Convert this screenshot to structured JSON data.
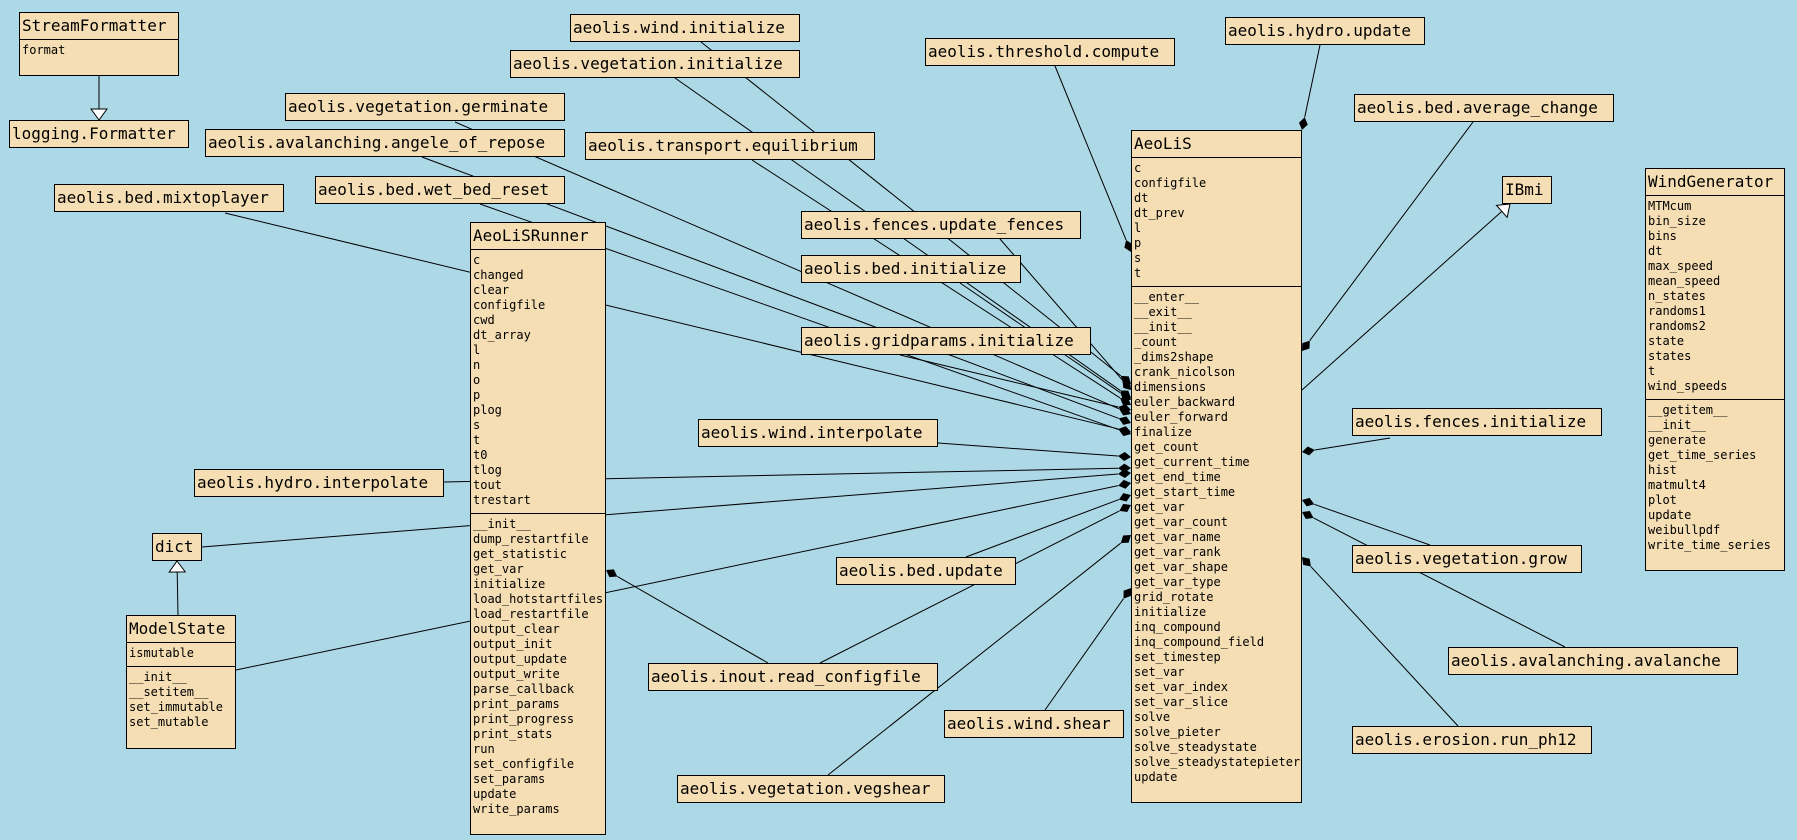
{
  "classes": {
    "stream_formatter": {
      "title": "StreamFormatter",
      "attributes": [],
      "methods": [
        "format"
      ]
    },
    "logging_formatter": {
      "title": "logging.Formatter"
    },
    "aeolis_runner": {
      "title": "AeoLiSRunner",
      "attributes": [
        "c",
        "changed",
        "clear",
        "configfile",
        "cwd",
        "dt_array",
        "l",
        "n",
        "o",
        "p",
        "plog",
        "s",
        "t",
        "t0",
        "tlog",
        "tout",
        "trestart"
      ],
      "methods": [
        "__init__",
        "dump_restartfile",
        "get_statistic",
        "get_var",
        "initialize",
        "load_hotstartfiles",
        "load_restartfile",
        "output_clear",
        "output_init",
        "output_update",
        "output_write",
        "parse_callback",
        "print_params",
        "print_progress",
        "print_stats",
        "run",
        "set_configfile",
        "set_params",
        "update",
        "write_params"
      ]
    },
    "aeolis": {
      "title": "AeoLiS",
      "attributes": [
        "c",
        "configfile",
        "dt",
        "dt_prev",
        "l",
        "p",
        "s",
        "t"
      ],
      "methods": [
        "__enter__",
        "__exit__",
        "__init__",
        "_count",
        "_dims2shape",
        "crank_nicolson",
        "dimensions",
        "euler_backward",
        "euler_forward",
        "finalize",
        "get_count",
        "get_current_time",
        "get_end_time",
        "get_start_time",
        "get_var",
        "get_var_count",
        "get_var_name",
        "get_var_rank",
        "get_var_shape",
        "get_var_type",
        "grid_rotate",
        "initialize",
        "inq_compound",
        "inq_compound_field",
        "set_timestep",
        "set_var",
        "set_var_index",
        "set_var_slice",
        "solve",
        "solve_pieter",
        "solve_steadystate",
        "solve_steadystatepieter",
        "update"
      ]
    },
    "wind_generator": {
      "title": "WindGenerator",
      "attributes": [
        "MTMcum",
        "bin_size",
        "bins",
        "dt",
        "max_speed",
        "mean_speed",
        "n_states",
        "randoms1",
        "randoms2",
        "state",
        "states",
        "t",
        "wind_speeds"
      ],
      "methods": [
        "__getitem__",
        "__init__",
        "generate",
        "get_time_series",
        "hist",
        "matmult4",
        "plot",
        "update",
        "weibullpdf",
        "write_time_series"
      ]
    },
    "ibmi": {
      "title": "IBmi"
    },
    "dict": {
      "title": "dict"
    },
    "model_state": {
      "title": "ModelState",
      "attributes": [
        "ismutable"
      ],
      "methods": [
        "__init__",
        "__setitem__",
        "set_immutable",
        "set_mutable"
      ]
    }
  },
  "labels": {
    "wind_initialize": "aeolis.wind.initialize",
    "vegetation_initialize": "aeolis.vegetation.initialize",
    "threshold_compute": "aeolis.threshold.compute",
    "hydro_update": "aeolis.hydro.update",
    "vegetation_germinate": "aeolis.vegetation.germinate",
    "bed_average_change": "aeolis.bed.average_change",
    "avalanching_repose": "aeolis.avalanching.angele_of_repose",
    "transport_equilibrium": "aeolis.transport.equilibrium",
    "bed_wet_bed_reset": "aeolis.bed.wet_bed_reset",
    "bed_mixtoplayer": "aeolis.bed.mixtoplayer",
    "fences_update_fences": "aeolis.fences.update_fences",
    "bed_initialize": "aeolis.bed.initialize",
    "gridparams_initialize": "aeolis.gridparams.initialize",
    "wind_interpolate": "aeolis.wind.interpolate",
    "fences_initialize": "aeolis.fences.initialize",
    "hydro_interpolate": "aeolis.hydro.interpolate",
    "bed_update": "aeolis.bed.update",
    "vegetation_grow": "aeolis.vegetation.grow",
    "avalanching_avalanche": "aeolis.avalanching.avalanche",
    "inout_read_configfile": "aeolis.inout.read_configfile",
    "wind_shear": "aeolis.wind.shear",
    "erosion_run_ph12": "aeolis.erosion.run_ph12",
    "vegetation_vegshear": "aeolis.vegetation.vegshear"
  }
}
